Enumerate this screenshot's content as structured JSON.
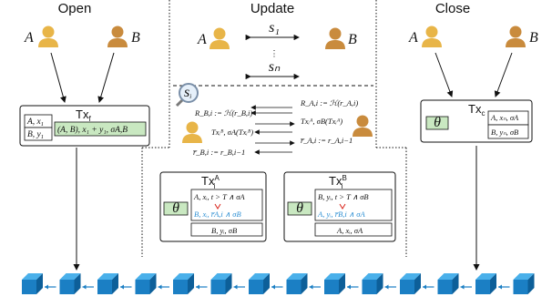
{
  "sections": {
    "open": "Open",
    "update": "Update",
    "close": "Close"
  },
  "parties": {
    "a": "A",
    "b": "B"
  },
  "open": {
    "tx_label": "Tx",
    "tx_sub": "f",
    "in1": "A, x",
    "in1_sub": "1",
    "in2": "B, y",
    "in2_sub": "1",
    "out": "(A, B), x₁ + y₁, σA,B"
  },
  "update": {
    "s1": "s₁",
    "sn": "sₙ",
    "dots": "⋮",
    "magnifier": "s",
    "magnifier_sub": "i",
    "rows": [
      {
        "left": "R_B,i := ℋ(r_B,i)",
        "right": "R_A,i := ℋ(r_A,i)"
      },
      {
        "left": "Txᵢᴮ, σA(Txᵢᴮ)",
        "right": "Txᵢᴬ, σB(Txᵢᴬ)"
      },
      {
        "left": "r̅_B,i := r_B,i−1",
        "right": "r̅_A,i := r_A,i−1"
      }
    ]
  },
  "update_txa": {
    "label": "Tx",
    "sup": "A",
    "sub": "i",
    "theta": "θ",
    "line1": "A, xᵢ, t > T ∧ σA",
    "line2": "B, xᵢ, r̅A,i ∧ σB",
    "out": "B, yᵢ, σB"
  },
  "update_txb": {
    "label": "Tx",
    "sup": "B",
    "sub": "i",
    "theta": "θ",
    "line1": "B, yᵢ, t > T ∧ σB",
    "line2": "A, yᵢ, r̅B,i ∧ σA",
    "out": "A, xᵢ, σA"
  },
  "close": {
    "tx_label": "Tx",
    "tx_sub": "c",
    "theta": "θ",
    "out1": "A, xₙ, σA",
    "out2": "B, yₙ, σB"
  },
  "blockchain": {
    "blocks": 14
  },
  "colors": {
    "block_front": "#1b7fc4",
    "block_top": "#4ab0ea",
    "block_side": "#0d5f99",
    "link": "#1b7fc4",
    "green_fill": "#c9e8c1",
    "blue_text": "#2c8fd3",
    "red_check": "#d9251c"
  }
}
